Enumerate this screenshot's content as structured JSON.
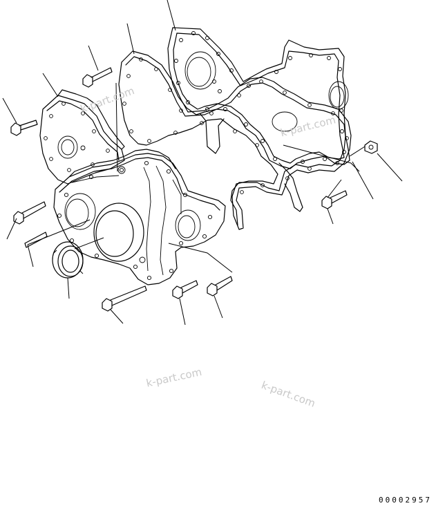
{
  "diagram": {
    "drawing_number": "00002957",
    "watermarks": [
      "k-part.com",
      "k-part.com",
      "k-part.com",
      "k-part.com"
    ]
  }
}
